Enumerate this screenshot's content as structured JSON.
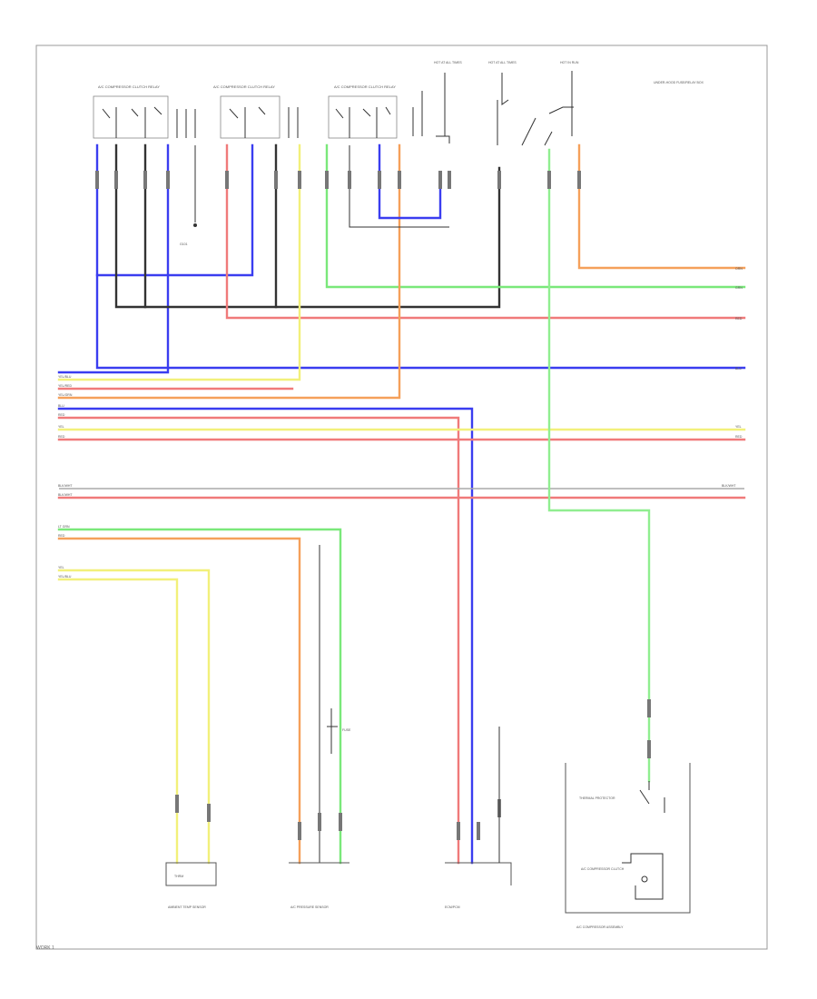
{
  "page_label": "WORK 1",
  "colors": {
    "blue": "#3a3df0",
    "black": "#333333",
    "red": "#f07a7a",
    "orange": "#f5a05a",
    "yellow": "#f2f07a",
    "green": "#7ae87a",
    "light_green": "#90ee90",
    "gray": "#aaaaaa"
  },
  "components": {
    "ac_switch_1": "A/C COMPRESSOR CLUTCH RELAY",
    "ac_switch_2": "A/C COMPRESSOR CLUTCH RELAY",
    "ac_switch_3": "A/C COMPRESSOR CLUTCH RELAY",
    "hot_at_all_times_1": "HOT AT ALL TIMES",
    "hot_at_all_times_2": "HOT AT ALL TIMES",
    "hot_in_run": "HOT IN RUN",
    "under_hood_fuse": "UNDER-HOOD FUSE/RELAY BOX",
    "ground_label": "G101",
    "ambient_sensor": "AMBIENT TEMP SENSOR",
    "pressure_sensor": "A/C PRESSURE SENSOR",
    "ecm_connector": "ECM/PCM",
    "compressor": "A/C COMPRESSOR ASSEMBLY",
    "thermal_protector": "THERMAL PROTECTOR",
    "clutch": "A/C COMPRESSOR CLUTCH",
    "fuse_label": "FUSE"
  },
  "wire_labels": {
    "right_1": "ORN",
    "right_2": "GRN",
    "right_3": "RED",
    "right_4": "BLU",
    "right_5": "YEL",
    "right_6": "RED",
    "right_7": "BLK/WHT",
    "left_1": "YEL/BLU",
    "left_2": "YEL/RED",
    "left_3": "YEL/GRN",
    "left_4": "BLU",
    "left_5": "RED",
    "left_6": "YEL",
    "left_7": "RED",
    "left_8": "BLK/WHT",
    "left_9": "BLK/WHT",
    "left_10": "LT GRN",
    "left_11": "RED",
    "left_12": "YEL",
    "left_13": "YEL/BLU"
  }
}
